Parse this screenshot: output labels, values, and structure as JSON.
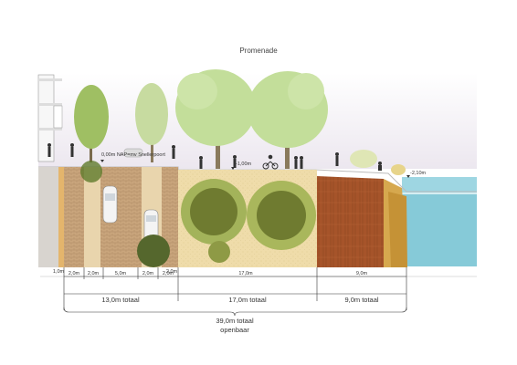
{
  "title": "Promenade",
  "levels": {
    "street": "0,00m NAP=mv Snellerpoort",
    "promenade": "-1,00m",
    "water": "-2,10m"
  },
  "segments": {
    "s1": "1,0m",
    "s2": "2,0m",
    "s3": "2,0m",
    "s4": "5,0m",
    "s5": "2,0m",
    "s6": "2,0m",
    "s7": "2,0m",
    "s8": "17,0m",
    "s9": "9,0m"
  },
  "totals": {
    "t1": "13,0m totaal",
    "t2": "17,0m totaal",
    "t3": "9,0m totaal",
    "overall_line1": "39,0m totaal",
    "overall_line2": "openbaar"
  },
  "colors": {
    "sky": "#f1eef3",
    "water": "#8ccfdc",
    "paving": "#c8a881",
    "ground": "#e9d9a9",
    "wall": "#a85a2e",
    "tree_canopy": "#b8d68e",
    "dark_foliage": "#6b7a2c",
    "text": "#333333"
  }
}
